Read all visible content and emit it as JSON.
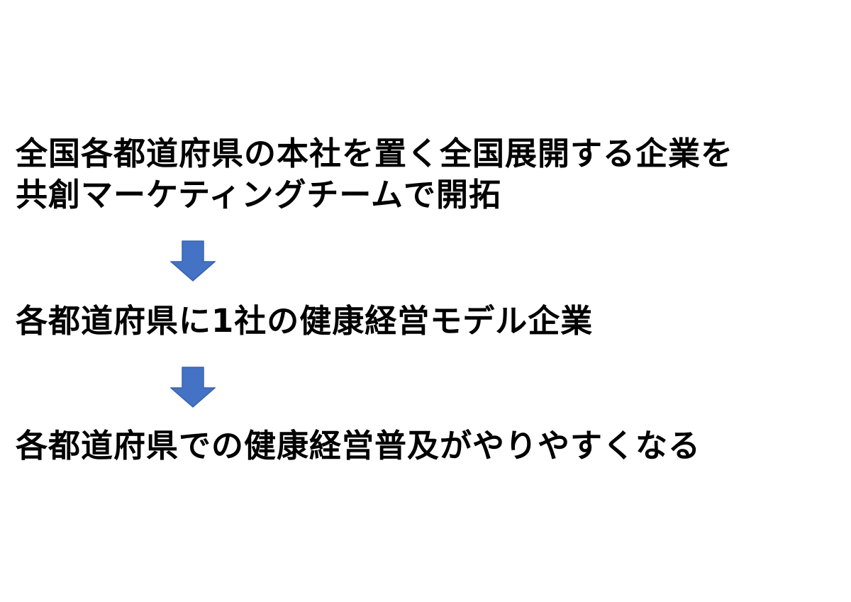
{
  "steps": [
    {
      "lines": [
        "全国各都道府県の本社を置く全国展開する企業を",
        "共創マーケティングチームで開拓"
      ]
    },
    {
      "lines": [
        "各都道府県に1社の健康経営モデル企業"
      ]
    },
    {
      "lines": [
        "各都道府県での健康経営普及がやりやすくなる"
      ]
    }
  ],
  "colors": {
    "arrow_fill": "#4472C4",
    "arrow_stroke": "#3A63AE",
    "text": "#000000",
    "background": "#FFFFFF"
  },
  "icons": {
    "arrow": "down-arrow-icon"
  }
}
